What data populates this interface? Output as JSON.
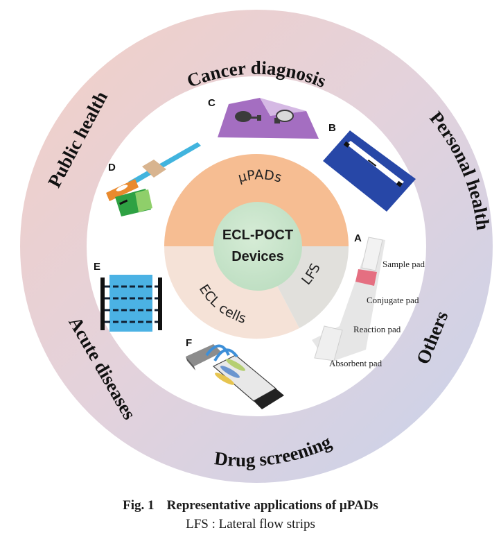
{
  "figure": {
    "outer_ring": {
      "labels": [
        {
          "id": "cancer",
          "text": "Cancer diagnosis"
        },
        {
          "id": "personal",
          "text": "Personal health"
        },
        {
          "id": "others",
          "text": "Others"
        },
        {
          "id": "drug",
          "text": "Drug screening"
        },
        {
          "id": "acute",
          "text": "Acute diseases"
        },
        {
          "id": "public",
          "text": "Public health"
        }
      ],
      "gradient_colors": [
        "#efcfcc",
        "#e4d3dc",
        "#cfd3e6"
      ]
    },
    "inner_donut": {
      "segments": [
        {
          "id": "upads",
          "label": "µPADs",
          "color": "#f6bd92"
        },
        {
          "id": "lfs",
          "label": "LFS",
          "color": "#e1e0dc"
        },
        {
          "id": "ecl",
          "label": "ECL cells",
          "color": "#f5e2d7"
        }
      ]
    },
    "center": {
      "line1": "ECL-POCT",
      "line2": "Devices",
      "color": "#c9e4cc"
    },
    "panels": {
      "A": {
        "letter": "A",
        "pads": [
          "Sample pad",
          "Conjugate pad",
          "Reaction pad",
          "Absorbent pad"
        ]
      },
      "B": {
        "letter": "B"
      },
      "C": {
        "letter": "C"
      },
      "D": {
        "letter": "D"
      },
      "E": {
        "letter": "E"
      },
      "F": {
        "letter": "F"
      }
    }
  },
  "caption": {
    "fig_num": "Fig. 1",
    "title": "Representative applications of µPADs",
    "subtitle": "LFS : Lateral flow strips"
  }
}
